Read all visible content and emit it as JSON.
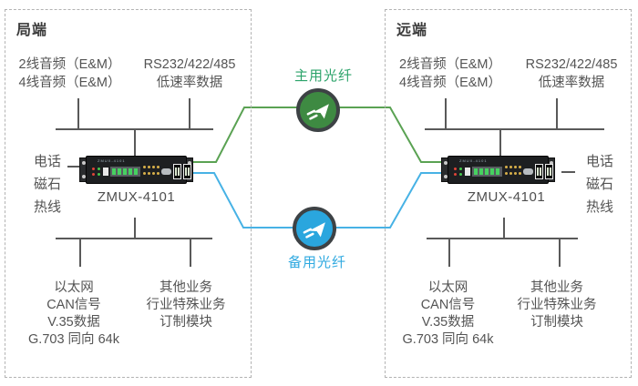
{
  "diagram": {
    "panels": [
      {
        "id": "local",
        "title": "局端",
        "top_left_lines": [
          "2线音频（E&M）",
          "4线音频（E&M）"
        ],
        "top_right_lines": [
          "RS232/422/485",
          "低速率数据"
        ],
        "side_labels": [
          "电话",
          "磁石",
          "热线"
        ],
        "device_label": "ZMUX-4101",
        "bottom_left_lines": [
          "以太网",
          "CAN信号",
          "V.35数据",
          "G.703 同向 64k"
        ],
        "bottom_right_lines": [
          "其他业务",
          "行业特殊业务",
          "订制模块"
        ]
      },
      {
        "id": "remote",
        "title": "远端",
        "top_left_lines": [
          "2线音频（E&M）",
          "4线音频（E&M）"
        ],
        "top_right_lines": [
          "RS232/422/485",
          "低速率数据"
        ],
        "side_labels": [
          "电话",
          "磁石",
          "热线"
        ],
        "device_label": "ZMUX-4101",
        "bottom_left_lines": [
          "以太网",
          "CAN信号",
          "V.35数据",
          "G.703 同向 64k"
        ],
        "bottom_right_lines": [
          "其他业务",
          "行业特殊业务",
          "订制模块"
        ]
      }
    ],
    "links": [
      {
        "id": "primary-fiber",
        "label": "主用光纤",
        "line_color": "#5aa253",
        "label_color": "#2ba36a",
        "node_color": "#3e8a42",
        "ring_color": "#3d4245"
      },
      {
        "id": "backup-fiber",
        "label": "备用光纤",
        "line_color": "#47b2e5",
        "label_color": "#2fa9e0",
        "node_color": "#2aa6de",
        "ring_color": "#3d4245"
      }
    ],
    "device_panel_text": "ZMUX-4101",
    "colors": {
      "structure_line": "#595959",
      "text": "#545454",
      "panel_border": "#b3b3b3"
    }
  }
}
